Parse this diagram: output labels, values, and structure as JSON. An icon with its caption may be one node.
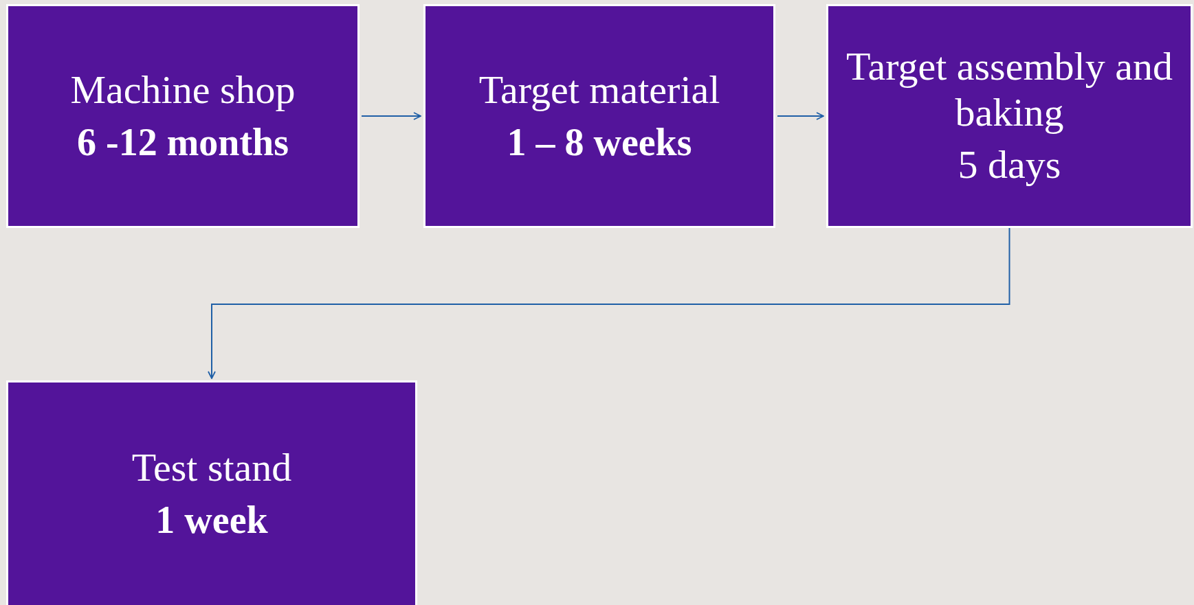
{
  "diagram": {
    "nodes": [
      {
        "text": [
          "Machine shop",
          "6 -12 months"
        ]
      },
      {
        "text": [
          "Target material",
          "1 – 8 weeks"
        ]
      },
      {
        "text": [
          "Target assembly and baking",
          "5 days"
        ]
      },
      {
        "text": [
          "Test stand",
          "1 week"
        ]
      }
    ],
    "edges": [
      {
        "from": 0,
        "to": 1,
        "arrow": "to"
      },
      {
        "from": 1,
        "to": 2,
        "arrow": "to"
      },
      {
        "from": 2,
        "to": 3,
        "arrow": "to"
      }
    ]
  }
}
